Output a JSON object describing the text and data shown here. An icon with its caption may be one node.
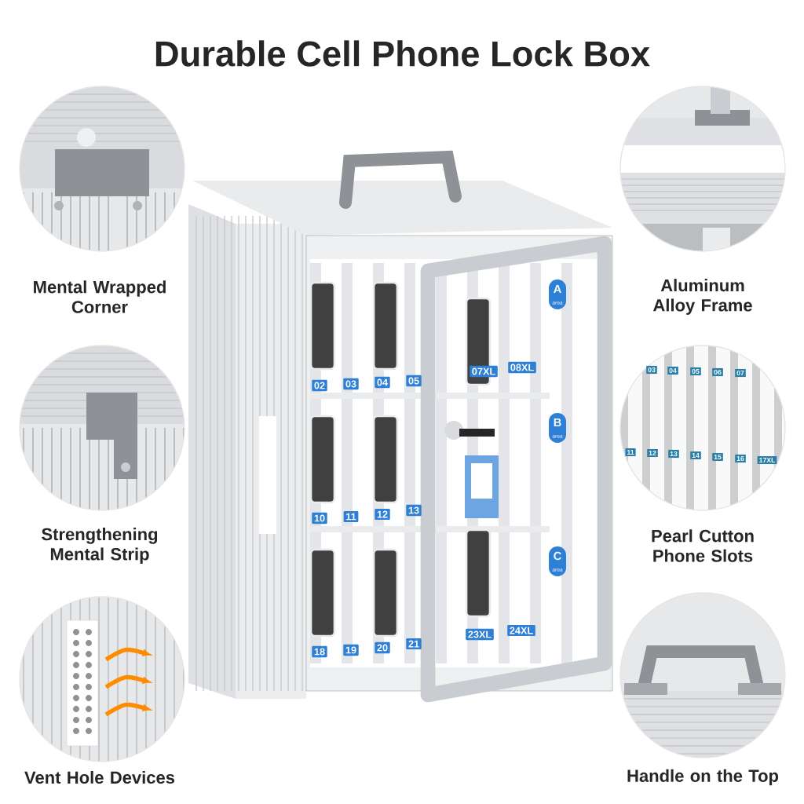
{
  "diagram": {
    "title": "Durable Cell Phone Lock Box",
    "labels": [
      "Mental Wrapped Corner",
      "Aluminum Alloy Frame",
      "Strengthening Mental Strip",
      "Pearl Cutton Phone Slots",
      "Vent Hole Devices",
      "Handle on the Top",
      "02",
      "03",
      "04",
      "05",
      "07XL",
      "08XL",
      "A",
      "area",
      "10",
      "11",
      "12",
      "13",
      "B",
      "area",
      "18",
      "19",
      "20",
      "21",
      "23XL",
      "24XL",
      "C",
      "area",
      "03",
      "04",
      "05",
      "06",
      "07",
      "11",
      "12",
      "13",
      "14",
      "15",
      "16",
      "17XL"
    ]
  }
}
